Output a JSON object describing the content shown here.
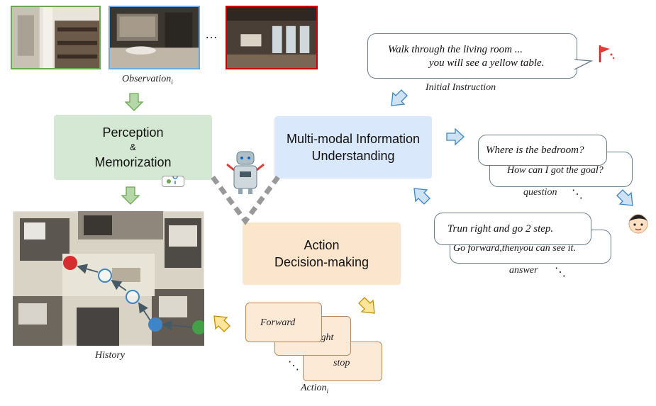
{
  "observations": {
    "caption": "Observation",
    "caption_sub": "i",
    "ellipsis": "…",
    "frames": [
      {
        "name": "observation-frame-1",
        "border": "#6aa84f"
      },
      {
        "name": "observation-frame-2",
        "border": "#6fa8dc"
      },
      {
        "name": "observation-frame-3",
        "border": "#cc0000"
      }
    ]
  },
  "modules": {
    "perception": {
      "line1": "Perception",
      "line2": "&",
      "line3": "Memorization",
      "color": "#d5e8d4"
    },
    "understanding": {
      "line1": "Multi-modal Information",
      "line2": "Understanding",
      "color": "#dae8fc"
    },
    "action": {
      "line1": "Action",
      "line2": "Decision-making",
      "color": "#fce5cd"
    }
  },
  "instruction": {
    "line1": "Walk through the living room ...",
    "line2": "you will see a yellow table.",
    "caption": "Initial Instruction"
  },
  "dialogue": {
    "question_front": "Where is the bedroom?",
    "question_back": "How can I got the goal?",
    "question_label": "question",
    "question_ellipsis": "⋱",
    "answer_front": "Trun right and go 2 step.",
    "answer_back": "Go forward,thenyou can see it.",
    "answer_label": "answer",
    "answer_ellipsis": "⋱"
  },
  "history": {
    "caption": "History"
  },
  "actions": {
    "cards": [
      "Forward",
      "Right",
      "stop"
    ],
    "caption": "Action",
    "caption_sub": "i",
    "ellipsis": "⋱"
  },
  "colors": {
    "arrow_green": "#b6d7a8",
    "arrow_blue": "#cfe2f3",
    "arrow_yellow": "#ffe599",
    "node_red": "#d32f2f",
    "node_blue": "#3d85c6",
    "node_green": "#43a047"
  }
}
